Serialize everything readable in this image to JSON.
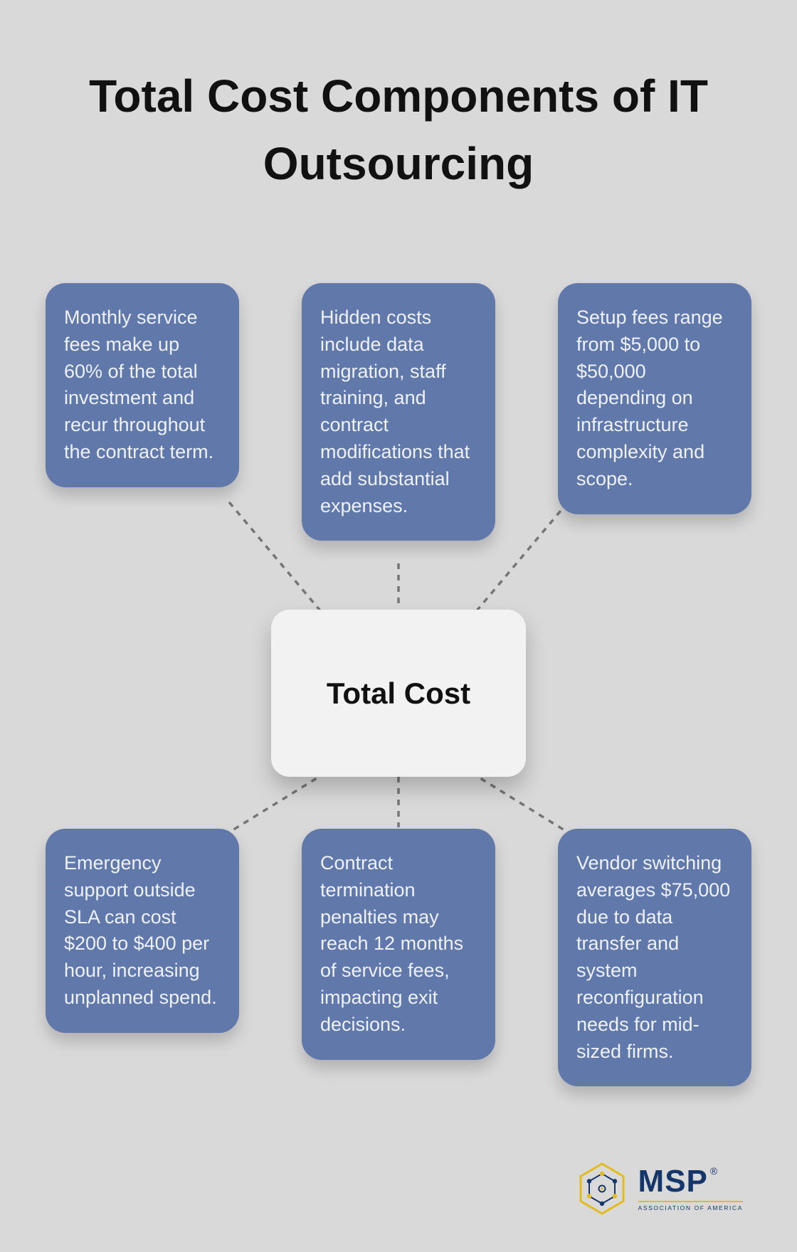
{
  "title": "Total Cost Components of IT Outsourcing",
  "center": {
    "label": "Total Cost"
  },
  "nodes": [
    {
      "id": "monthly-fees",
      "position": "top-left",
      "text": "Monthly service fees make up 60% of the total investment and recur throughout the contract term."
    },
    {
      "id": "hidden-costs",
      "position": "top-middle",
      "text": "Hidden costs include data migration, staff training, and contract modifications that add substantial expenses."
    },
    {
      "id": "setup-fees",
      "position": "top-right",
      "text": "Setup fees range from $5,000 to $50,000 depending on infrastructure complexity and scope."
    },
    {
      "id": "emergency-support",
      "position": "bottom-left",
      "text": "Emergency support outside SLA can cost $200 to $400 per hour, increasing unplanned spend."
    },
    {
      "id": "termination-penalties",
      "position": "bottom-middle",
      "text": "Contract termination penalties may reach 12 months of service fees, impacting exit decisions."
    },
    {
      "id": "vendor-switching",
      "position": "bottom-right",
      "text": "Vendor switching averages $75,000 due to data transfer and system reconfiguration needs for mid-sized firms."
    }
  ],
  "logo": {
    "name": "MSP",
    "registered": "®",
    "subtext": "ASSOCIATION OF AMERICA"
  },
  "colors": {
    "background": "#d9d9d9",
    "node_fill": "#6078aa",
    "node_text": "#eef1f7",
    "center_fill": "#f2f2f2",
    "center_text": "#111111",
    "connector": "#767676",
    "title_text": "#111111",
    "logo_navy": "#14366b",
    "logo_gold": "#e3bb1b"
  }
}
